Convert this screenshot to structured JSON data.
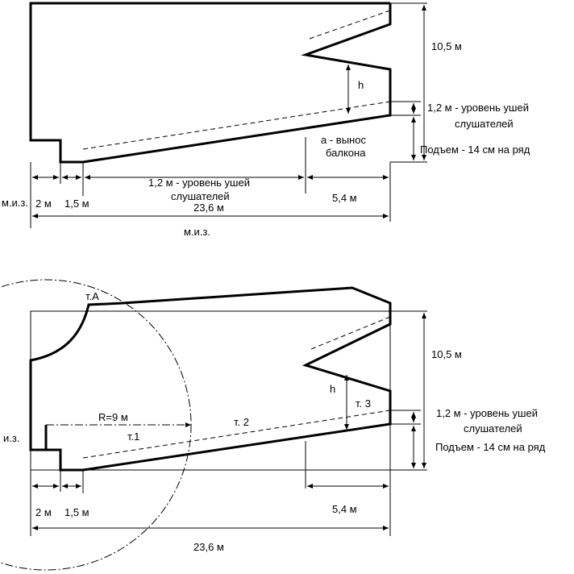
{
  "top": {
    "height": "10,5 м",
    "ear_level_line1": "1,2 м - уровень ушей",
    "ear_level_line2": "слушателей",
    "rise": "Подъем - 14 см на ряд",
    "h": "h",
    "balcony_line1": "а - вынос",
    "balcony_line2": "балкона",
    "dim_2": "2 м",
    "dim_1_5": "1,5 м",
    "inner_ear_line1": "1,2 м - уровень ушей",
    "inner_ear_line2": "слушателей",
    "dim_5_4": "5,4 м",
    "dim_23_6": "23,6 м",
    "miz_left": "м.и.з.",
    "miz_bottom": "м.и.з."
  },
  "bottom": {
    "point_a": "т.А",
    "height": "10,5 м",
    "h": "h",
    "point_3": "т. 3",
    "ear_level_line1": "1,2 м - уровень ушей",
    "ear_level_line2": "слушателей",
    "rise": "Подъем - 14 см на ряд",
    "iz": "и.з.",
    "radius": "R=9 м",
    "point_2": "т. 2",
    "point_1": "т.1",
    "dim_2": "2 м",
    "dim_1_5": "1,5 м",
    "dim_5_4": "5,4 м",
    "dim_23_6": "23,6 м"
  }
}
